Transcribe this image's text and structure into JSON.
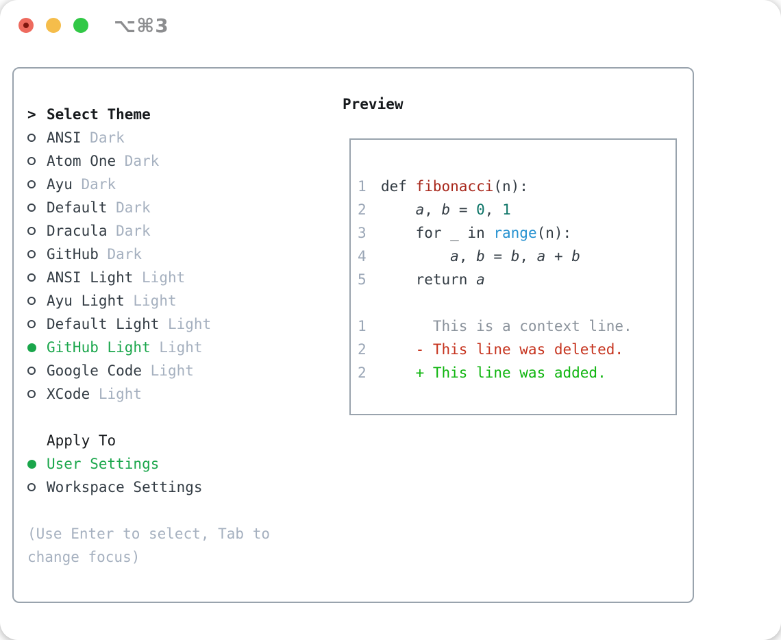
{
  "window": {
    "title": "⌥⌘3",
    "traffic_lights": {
      "close": "close-window",
      "minimize": "minimize-window",
      "zoom": "zoom-window"
    }
  },
  "colors": {
    "selected_green": "#1aa64b",
    "added_green": "#0fb50f",
    "deleted_red": "#c6341f",
    "function_red": "#a8281c",
    "builtin_blue": "#2591d0",
    "number_teal": "#0e7568",
    "muted_gray": "#a5b0bf",
    "border_gray": "#99a3ad",
    "text_dark": "#333c44"
  },
  "theme_panel": {
    "header": {
      "prompt": ">",
      "label": "Select Theme"
    },
    "items": [
      {
        "name": "ANSI",
        "variant": "Dark",
        "selected": false
      },
      {
        "name": "Atom One",
        "variant": "Dark",
        "selected": false
      },
      {
        "name": "Ayu",
        "variant": "Dark",
        "selected": false
      },
      {
        "name": "Default",
        "variant": "Dark",
        "selected": false
      },
      {
        "name": "Dracula",
        "variant": "Dark",
        "selected": false
      },
      {
        "name": "GitHub",
        "variant": "Dark",
        "selected": false
      },
      {
        "name": "ANSI Light",
        "variant": "Light",
        "selected": false
      },
      {
        "name": "Ayu Light",
        "variant": "Light",
        "selected": false
      },
      {
        "name": "Default Light",
        "variant": "Light",
        "selected": false
      },
      {
        "name": "GitHub Light",
        "variant": "Light",
        "selected": true
      },
      {
        "name": "Google Code",
        "variant": "Light",
        "selected": false
      },
      {
        "name": "XCode",
        "variant": "Light",
        "selected": false
      }
    ],
    "apply_to": {
      "label": "Apply To",
      "options": [
        {
          "name": "User Settings",
          "selected": true
        },
        {
          "name": "Workspace Settings",
          "selected": false
        }
      ]
    },
    "help": [
      "(Use Enter to select, Tab to",
      "change focus)"
    ]
  },
  "preview": {
    "label": "Preview",
    "code_lines": [
      {
        "num": "1",
        "tokens": [
          {
            "text": "def ",
            "style": "plain"
          },
          {
            "text": "fibonacci",
            "style": "func"
          },
          {
            "text": "(n):",
            "style": "plain"
          }
        ]
      },
      {
        "num": "2",
        "tokens": [
          {
            "text": "    ",
            "style": "plain"
          },
          {
            "text": "a",
            "style": "var"
          },
          {
            "text": ", ",
            "style": "plain"
          },
          {
            "text": "b",
            "style": "var"
          },
          {
            "text": " = ",
            "style": "plain"
          },
          {
            "text": "0",
            "style": "number"
          },
          {
            "text": ", ",
            "style": "plain"
          },
          {
            "text": "1",
            "style": "number"
          }
        ]
      },
      {
        "num": "3",
        "tokens": [
          {
            "text": "    for _ in ",
            "style": "plain"
          },
          {
            "text": "range",
            "style": "builtin"
          },
          {
            "text": "(n):",
            "style": "plain"
          }
        ]
      },
      {
        "num": "4",
        "tokens": [
          {
            "text": "        ",
            "style": "plain"
          },
          {
            "text": "a",
            "style": "var"
          },
          {
            "text": ", ",
            "style": "plain"
          },
          {
            "text": "b",
            "style": "var"
          },
          {
            "text": " = ",
            "style": "plain"
          },
          {
            "text": "b",
            "style": "var"
          },
          {
            "text": ", ",
            "style": "plain"
          },
          {
            "text": "a",
            "style": "var"
          },
          {
            "text": " + ",
            "style": "plain"
          },
          {
            "text": "b",
            "style": "var"
          }
        ]
      },
      {
        "num": "5",
        "tokens": [
          {
            "text": "    return ",
            "style": "plain"
          },
          {
            "text": "a",
            "style": "var"
          }
        ]
      }
    ],
    "diff_lines": [
      {
        "num": "1",
        "tokens": [
          {
            "text": "      This is a context line.",
            "style": "ctx"
          }
        ]
      },
      {
        "num": "2",
        "tokens": [
          {
            "text": "    - This line was deleted.",
            "style": "del"
          }
        ]
      },
      {
        "num": "2",
        "tokens": [
          {
            "text": "    + This line was added.",
            "style": "add"
          }
        ]
      }
    ]
  }
}
